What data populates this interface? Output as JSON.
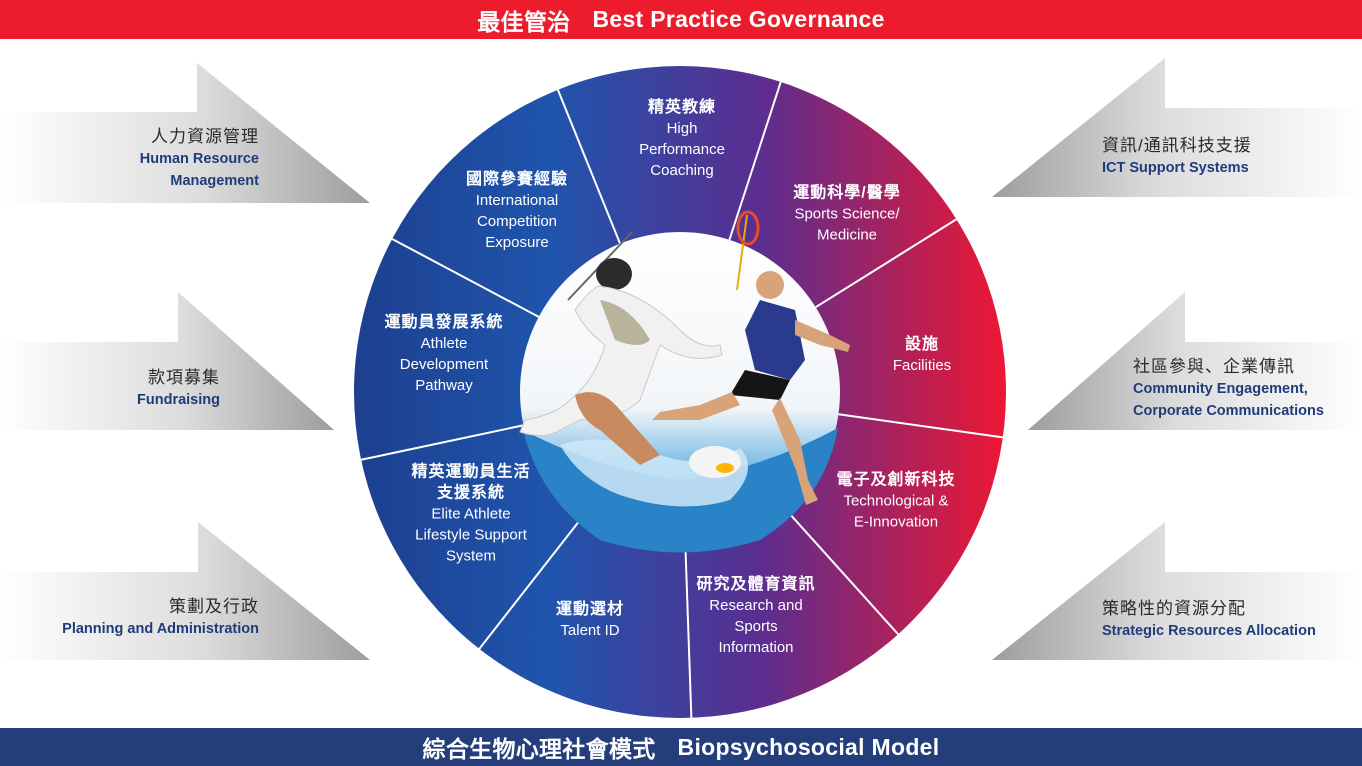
{
  "header": {
    "title_zh": "最佳管治",
    "title_en": "Best Practice Governance"
  },
  "footer": {
    "title_zh": "綜合生物心理社會模式",
    "title_en": "Biopsychosocial Model"
  },
  "colors": {
    "header_bg": "#ec1c2d",
    "footer_bg": "#233e7a",
    "wheel_blue": "#1f4e9e",
    "wheel_purple": "#6a2d8f",
    "wheel_red": "#e8173a",
    "label_text": "#1f3c7a"
  },
  "left_pillars": [
    {
      "zh": "人力資源管理",
      "en1": "Human Resource",
      "en2": "Management",
      "icon": "arrow-right-icon"
    },
    {
      "zh": "款項募集",
      "en1": "Fundraising",
      "en2": "",
      "icon": "arrow-right-icon"
    },
    {
      "zh": "策劃及行政",
      "en1": "Planning and Administration",
      "en2": "",
      "icon": "arrow-right-icon"
    }
  ],
  "right_pillars": [
    {
      "zh": "資訊/通訊科技支援",
      "en1": "ICT Support Systems",
      "en2": "",
      "icon": "arrow-left-icon"
    },
    {
      "zh": "社區參與、企業傳訊",
      "en1": "Community Engagement,",
      "en2": "Corporate Communications",
      "icon": "arrow-left-icon"
    },
    {
      "zh": "策略性的資源分配",
      "en1": "Strategic Resources Allocation",
      "en2": "",
      "icon": "arrow-left-icon"
    }
  ],
  "wheel_segments": [
    {
      "zh": "精英教練",
      "en": [
        "High",
        "Performance",
        "Coaching"
      ]
    },
    {
      "zh": "運動科學/醫學",
      "en": [
        "Sports Science/",
        "Medicine"
      ]
    },
    {
      "zh": "設施",
      "en": [
        "Facilities"
      ]
    },
    {
      "zh": "電子及創新科技",
      "en": [
        "Technological &",
        "E-Innovation"
      ]
    },
    {
      "zh": "研究及體育資訊",
      "en": [
        "Research and",
        "Sports",
        "Information"
      ]
    },
    {
      "zh": "運動選材",
      "en": [
        "Talent ID"
      ]
    },
    {
      "zh": "精英運動員生活",
      "zh2": "支援系統",
      "en": [
        "Elite Athlete",
        "Lifestyle Support",
        "System"
      ]
    },
    {
      "zh": "運動員發展系統",
      "en": [
        "Athlete",
        "Development",
        "Pathway"
      ]
    },
    {
      "zh": "國際參賽經驗",
      "en": [
        "International",
        "Competition",
        "Exposure"
      ]
    }
  ],
  "center_image": {
    "icon": "athletes-photo-icon"
  }
}
